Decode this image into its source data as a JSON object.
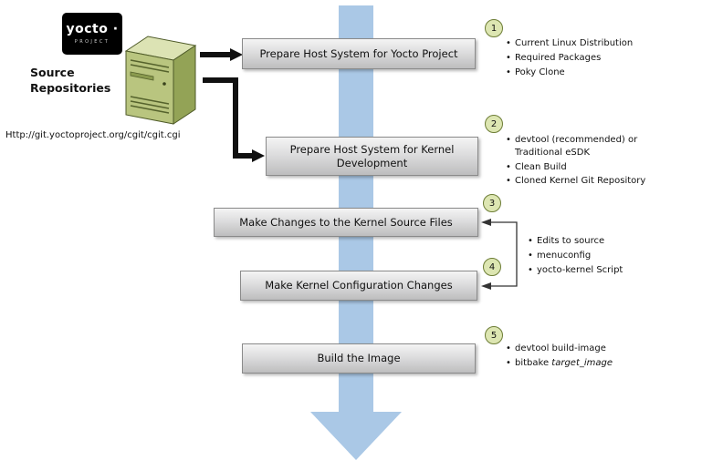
{
  "logo": {
    "brand": "yocto ·",
    "subtitle": "PROJECT"
  },
  "source": {
    "label": "Source Repositories",
    "url": "Http://git.yoctoproject.org/cgit/cgit.cgi"
  },
  "steps": [
    {
      "num": "1",
      "label": "Prepare Host System for Yocto Project",
      "bullets": [
        "Current Linux Distribution",
        "Required Packages",
        "Poky Clone"
      ]
    },
    {
      "num": "2",
      "label": "Prepare Host System for Kernel Development",
      "bullets": [
        "devtool (recommended) or Traditional eSDK",
        "Clean Build",
        "Cloned Kernel Git Repository"
      ]
    },
    {
      "num": "3",
      "label": "Make Changes to the Kernel Source Files"
    },
    {
      "num": "4",
      "label": "Make Kernel Configuration Changes"
    },
    {
      "num": "5",
      "label": "Build the Image",
      "bullets": [
        "devtool build-image"
      ],
      "bitbake_bullet": {
        "text": "bitbake ",
        "emphasis": "target_image"
      }
    }
  ],
  "shared_bullets": [
    "Edits to source",
    "menuconfig",
    "yocto-kernel Script"
  ],
  "colors": {
    "flow_arrow_blue": "#aac8e6",
    "connector_black": "#111111",
    "step_circle_fill": "#dde6b2",
    "step_circle_border": "#6d7d36",
    "box_border": "#8a8a8a"
  }
}
